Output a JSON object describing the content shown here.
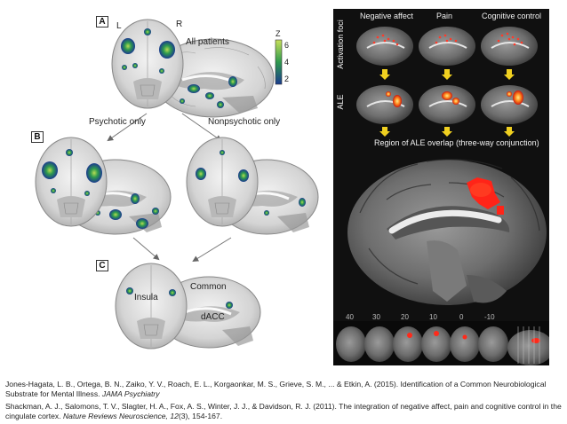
{
  "left_figure": {
    "panel_a": {
      "letter": "A",
      "left_label": "L",
      "right_label": "R",
      "caption": "All patients"
    },
    "colorbar": {
      "title": "Z",
      "ticks": [
        "6",
        "4",
        "2"
      ],
      "colors": [
        "#c8e05a",
        "#2e9a4e",
        "#1a3a8e"
      ]
    },
    "branch_left": "Psychotic only",
    "branch_right": "Nonpsychotic only",
    "panel_b": {
      "letter": "B"
    },
    "panel_c": {
      "letter": "C",
      "caption": "Common",
      "region1": "Insula",
      "region2": "dACC"
    }
  },
  "right_figure": {
    "columns": [
      "Negative affect",
      "Pain",
      "Cognitive control"
    ],
    "row1_label": "Activation foci",
    "row2_label": "ALE",
    "overlap_label": "Region of ALE overlap (three-way conjunction)",
    "slice_ticks": [
      "40",
      "30",
      "20",
      "10",
      "0",
      "-10"
    ]
  },
  "references": {
    "ref1_authors": "Jones-Hagata, L. B., Ortega, B. N., Zaiko, Y. V., Roach, E. L., Korgaonkar, M. S., Grieve, S. M., ... & Etkin, A. (2015). Identification of a Common Neurobiological Substrate for Mental Illness. ",
    "ref1_journal": "JAMA Psychiatry",
    "ref2_authors": "Shackman, A. J., Salomons, T. V., Slagter, H. A., Fox, A. S., Winter, J. J., & Davidson, R. J. (2011). The integration of negative affect, pain and cognitive control in the cingulate cortex. ",
    "ref2_journal": "Nature Reviews Neuroscience, 12",
    "ref2_tail": "(3), 154-167."
  }
}
